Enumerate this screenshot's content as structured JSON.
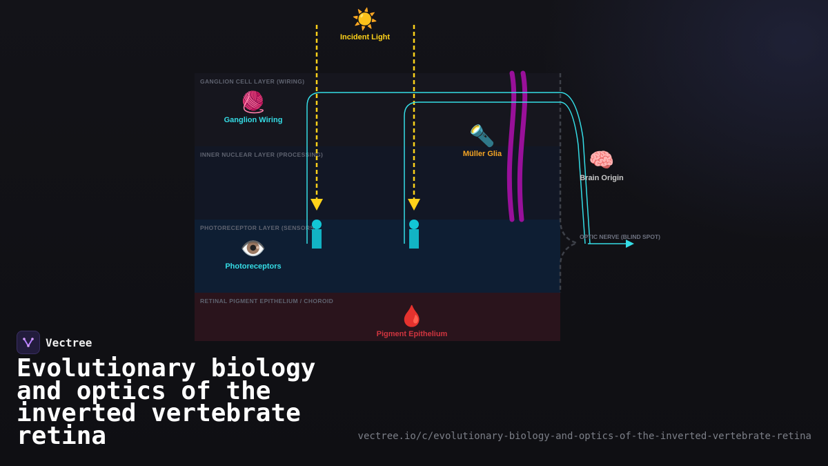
{
  "colors": {
    "light": "#ffd21a",
    "wiring": "#35dde6",
    "glia": "#a010a0",
    "pigment": "#d0353f",
    "brain": "#c9c9c9"
  },
  "diagram": {
    "layers": [
      {
        "id": "ganglion",
        "label": "GANGLION CELL LAYER (WIRING)"
      },
      {
        "id": "inner",
        "label": "INNER NUCLEAR LAYER (PROCESSING)"
      },
      {
        "id": "photo",
        "label": "PHOTORECEPTOR LAYER (SENSORS)"
      },
      {
        "id": "rpe",
        "label": "RETINAL PIGMENT EPITHELIUM / CHOROID"
      }
    ],
    "nodes": {
      "incident_light": {
        "icon": "sun-icon",
        "glyph": "☀️",
        "label": "Incident Light"
      },
      "ganglion": {
        "icon": "yarn-icon",
        "glyph": "🧶",
        "label": "Ganglion Wiring"
      },
      "muller": {
        "icon": "flashlight-icon",
        "glyph": "🔦",
        "label": "Müller Glia"
      },
      "brain": {
        "icon": "brain-icon",
        "glyph": "🧠",
        "label": "Brain Origin"
      },
      "photoreceptors": {
        "icon": "eye-icon",
        "glyph": "👁️",
        "label": "Photoreceptors"
      },
      "pigment": {
        "icon": "drop-icon",
        "glyph": "🩸",
        "label": "Pigment Epithelium"
      }
    },
    "optic_nerve_label": "OPTIC NERVE (BLIND SPOT)"
  },
  "brand": {
    "name": "Vectree"
  },
  "title": "Evolutionary biology and optics of the inverted vertebrate retina",
  "url": "vectree.io/c/evolutionary-biology-and-optics-of-the-inverted-vertebrate-retina"
}
